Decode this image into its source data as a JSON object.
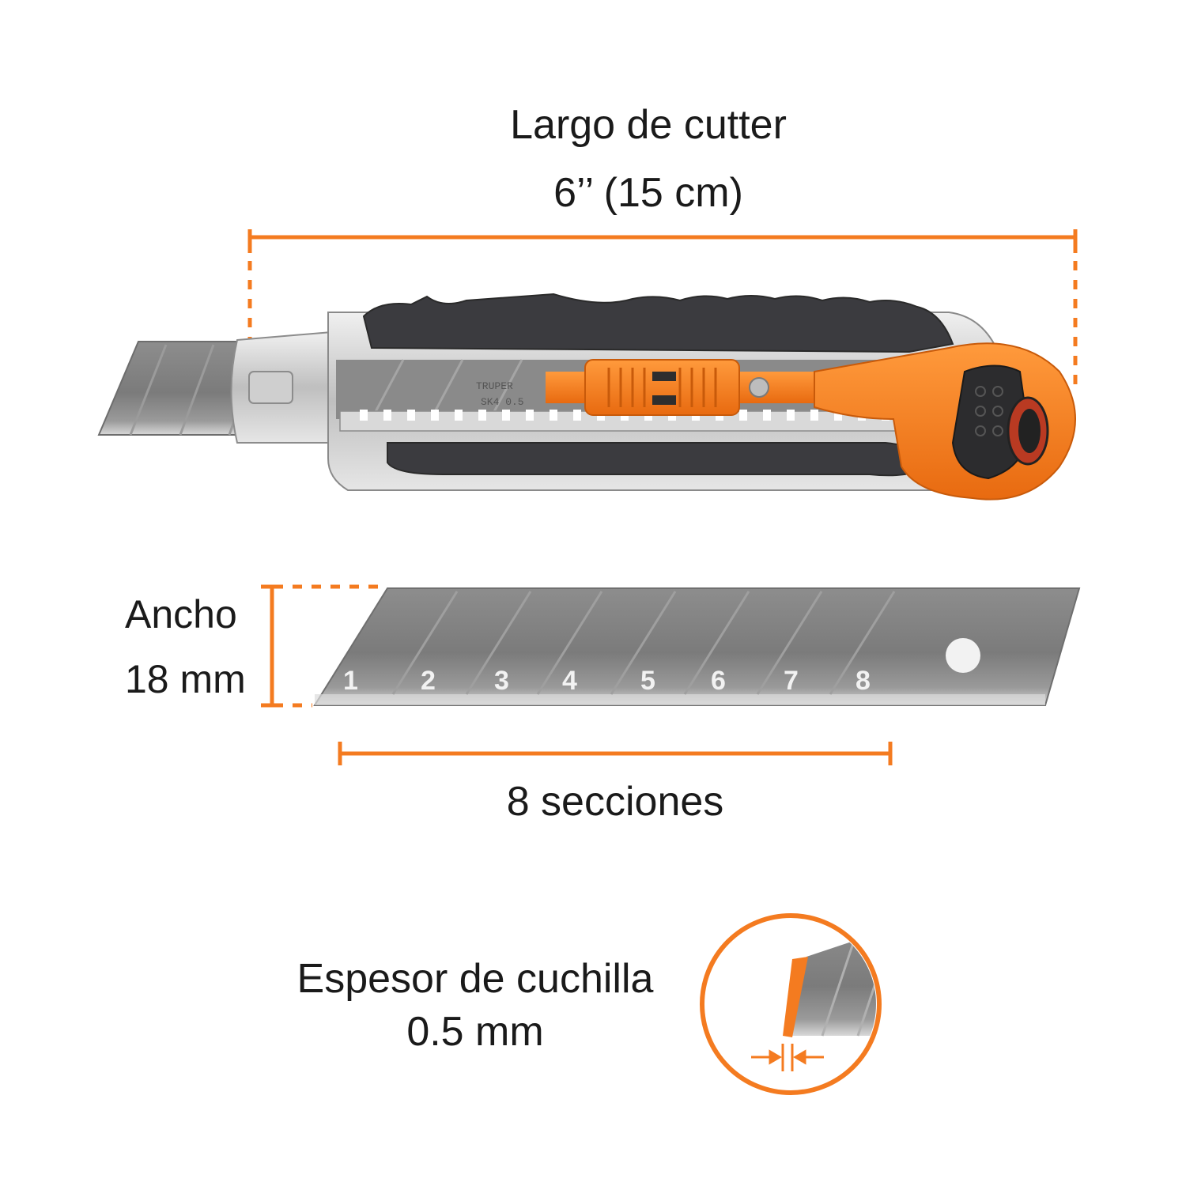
{
  "accent_color": "#f47b20",
  "length": {
    "title": "Largo de cutter",
    "value": "6’’ (15 cm)"
  },
  "width": {
    "title": "Ancho",
    "value": "18 mm"
  },
  "sections": {
    "label": "8 secciones",
    "numbers": [
      "1",
      "2",
      "3",
      "4",
      "5",
      "6",
      "7",
      "8"
    ]
  },
  "thickness": {
    "title": "Espesor de cuchilla",
    "value": "0.5 mm"
  },
  "cutter": {
    "brand_mark": "TRUPER",
    "blade_spec": "SK4 0.5"
  }
}
